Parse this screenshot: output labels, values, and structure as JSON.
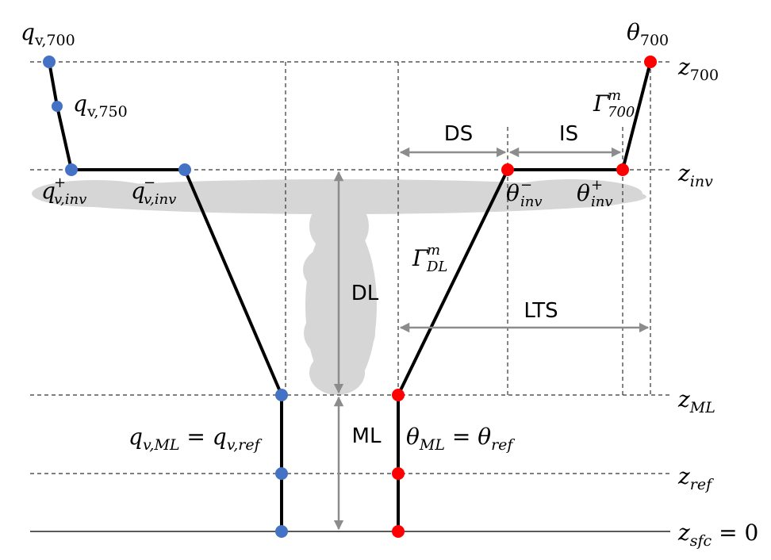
{
  "colors": {
    "moisture_point": "#4472c4",
    "temperature_point": "#ff0000",
    "cloud": "#d6d6d6",
    "arrow": "#8c8c8c"
  },
  "level_labels": {
    "z700": {
      "main": "z",
      "sub": "700"
    },
    "zinv": {
      "main": "z",
      "sub": "inv"
    },
    "zML": {
      "main": "z",
      "sub": "ML"
    },
    "zref": {
      "main": "z",
      "sub": "ref"
    },
    "zsfc": {
      "main": "z",
      "sub": "sfc",
      "suffix": " = 0"
    }
  },
  "point_labels": {
    "qv700": {
      "main": "q",
      "sub": "v,700"
    },
    "qv750": {
      "main": "q",
      "sub": "v,750"
    },
    "qvinv_plus": {
      "main": "q",
      "sup": "+",
      "sub": "v,inv"
    },
    "qvinv_minus": {
      "main": "q",
      "sup": "−",
      "sub": "v,inv"
    },
    "theta700": {
      "main": "θ",
      "sub": "700"
    },
    "gamma700": {
      "main": "Γ",
      "sup": "m",
      "sub": "700"
    },
    "thetainv_minus": {
      "main": "θ",
      "sup": "−",
      "sub": "inv"
    },
    "thetainv_plus": {
      "main": "θ",
      "sup": "+",
      "sub": "inv"
    },
    "gammaDL": {
      "main": "Γ",
      "sup": "m",
      "sub": "DL"
    }
  },
  "equations": {
    "qv": {
      "lhs_main": "q",
      "lhs_sub": "v,ML",
      "op": " = ",
      "rhs_main": "q",
      "rhs_sub": "v,ref"
    },
    "theta": {
      "lhs_main": "θ",
      "lhs_sub": "ML",
      "op": " = ",
      "rhs_main": "θ",
      "rhs_sub": "ref"
    }
  },
  "layer_labels": {
    "DS": "DS",
    "IS": "IS",
    "DL": "DL",
    "LTS": "LTS",
    "ML": "ML"
  }
}
